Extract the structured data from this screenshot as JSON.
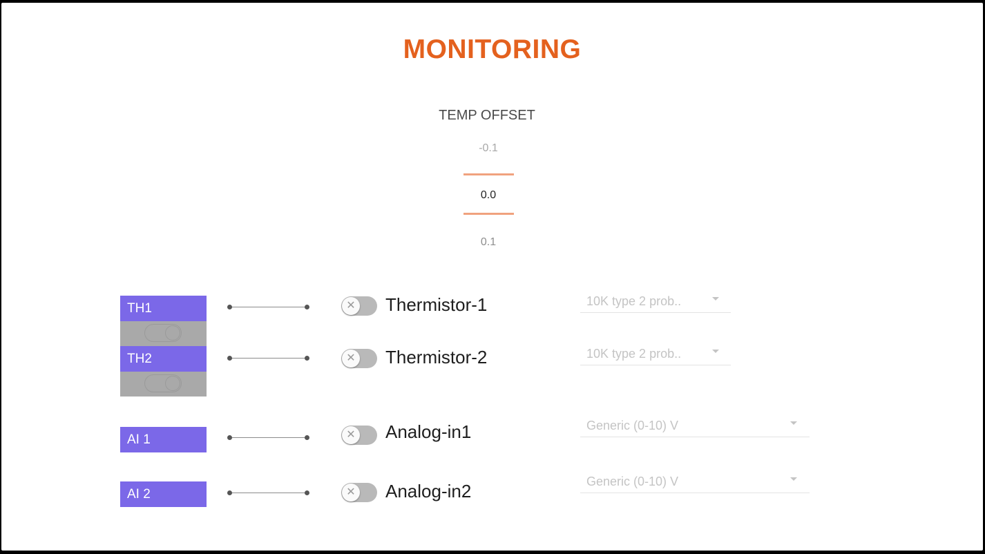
{
  "page": {
    "title": "MONITORING"
  },
  "temp_offset": {
    "label": "TEMP OFFSET",
    "previous": "-0.1",
    "current": "0.0",
    "next": "0.1"
  },
  "inputs": [
    {
      "chip": "TH1",
      "label": "Thermistor-1",
      "enabled": false,
      "toggle_icon": "close-icon",
      "dropdown_value": "10K type 2 prob.."
    },
    {
      "chip": "TH2",
      "label": "Thermistor-2",
      "enabled": false,
      "toggle_icon": "close-icon",
      "dropdown_value": "10K type 2 prob.."
    },
    {
      "chip": "AI 1",
      "label": "Analog-in1",
      "enabled": false,
      "toggle_icon": "close-icon",
      "dropdown_value": "Generic (0-10) V"
    },
    {
      "chip": "AI 2",
      "label": "Analog-in2",
      "enabled": false,
      "toggle_icon": "close-icon",
      "dropdown_value": "Generic (0-10) V"
    }
  ],
  "colors": {
    "title": "#e4611e",
    "chip": "#7b68e8",
    "picker_line": "#f0a27e",
    "toggle_off": "#b9b9b9"
  }
}
